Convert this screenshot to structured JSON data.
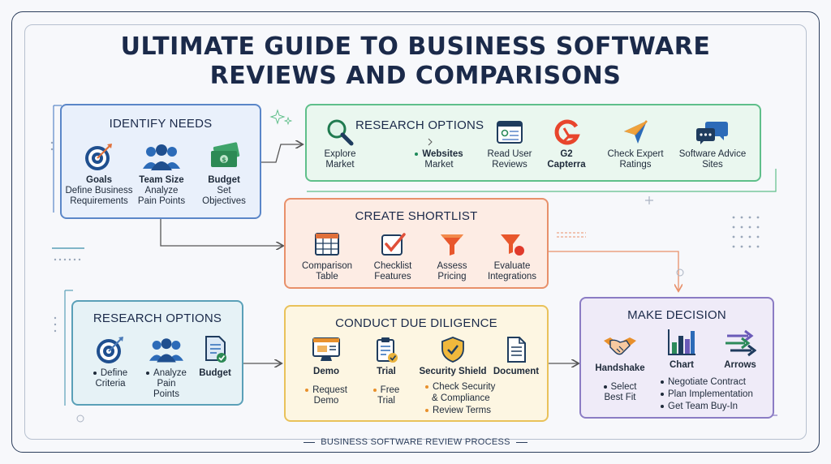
{
  "title": {
    "line1": "ULTIMATE GUIDE TO BUSINESS SOFTWARE",
    "line2": "REVIEWS AND COMPARISONS"
  },
  "identify_needs": {
    "title": "IDENTIFY NEEDS",
    "items": [
      {
        "label": "Goals",
        "l1": "Define Business",
        "l2": "Requirements",
        "icon": "target-icon"
      },
      {
        "label": "Team Size",
        "l1": "Analyze",
        "l2": "Pain Points",
        "icon": "team-icon"
      },
      {
        "label": "Budget",
        "l1": "Set",
        "l2": "Objectives",
        "icon": "money-icon"
      }
    ]
  },
  "research_top": {
    "title": "RESEARCH OPTIONS",
    "items": [
      {
        "l1": "Explore",
        "l2": "Market",
        "icon": "magnifier-icon"
      },
      {
        "l1": "Websites",
        "l2": "Market",
        "icon": "chevron-icon"
      },
      {
        "l1": "Read User",
        "l2": "Reviews",
        "icon": "browser-icon"
      },
      {
        "l1": "G2",
        "l2": "Capterra",
        "icon": "g2-logo-icon"
      },
      {
        "l1": "Check Expert",
        "l2": "Ratings",
        "icon": "paper-plane-icon"
      },
      {
        "l1": "Software Advice",
        "l2": "Sites",
        "icon": "chat-bubbles-icon"
      }
    ]
  },
  "shortlist": {
    "title": "CREATE SHORTLIST",
    "items": [
      {
        "l1": "Comparison",
        "l2": "Table",
        "icon": "table-icon"
      },
      {
        "l1": "Checklist",
        "l2": "Features",
        "icon": "checkbox-icon"
      },
      {
        "l1": "Assess",
        "l2": "Pricing",
        "icon": "funnel-icon"
      },
      {
        "l1": "Evaluate",
        "l2": "Integrations",
        "icon": "funnel-dot-icon"
      }
    ]
  },
  "research_bottom": {
    "title": "RESEARCH OPTIONS",
    "items": [
      {
        "l1": "Define",
        "l2": "Criteria",
        "icon": "target-icon"
      },
      {
        "l1": "Analyze",
        "l2": "Pain",
        "l3": "Points",
        "icon": "team-icon"
      },
      {
        "label": "Budget",
        "icon": "document-check-icon"
      }
    ]
  },
  "due_diligence": {
    "title": "CONDUCT DUE DILIGENCE",
    "items": [
      {
        "label": "Demo",
        "l1": "Request",
        "l2": "Demo",
        "icon": "monitor-icon"
      },
      {
        "label": "Trial",
        "l1": "Free",
        "l2": "Trial",
        "icon": "clipboard-icon"
      },
      {
        "label": "Security Shield",
        "icon": "shield-icon"
      },
      {
        "label": "Document",
        "icon": "document-icon"
      }
    ],
    "security_lines": [
      "Check Security",
      "& Compliance",
      "Review Terms"
    ]
  },
  "decision": {
    "title": "MAKE DECISION",
    "items": [
      {
        "label": "Handshake",
        "l1": "Select",
        "l2": "Best Fit",
        "icon": "handshake-icon"
      },
      {
        "label": "Chart",
        "icon": "bar-chart-icon"
      },
      {
        "label": "Arrows",
        "icon": "arrows-icon"
      }
    ],
    "actions": [
      "Negotiate Contract",
      "Plan Implementation",
      "Get Team Buy-In"
    ]
  },
  "footer": "BUSINESS SOFTWARE REVIEW PROCESS",
  "colors": {
    "blue": "#5a86c8",
    "green": "#5fbf8a",
    "orange": "#e8906a",
    "yellow": "#e9c25a",
    "purple": "#8b7cc4",
    "navy": "#1b2a4a"
  }
}
